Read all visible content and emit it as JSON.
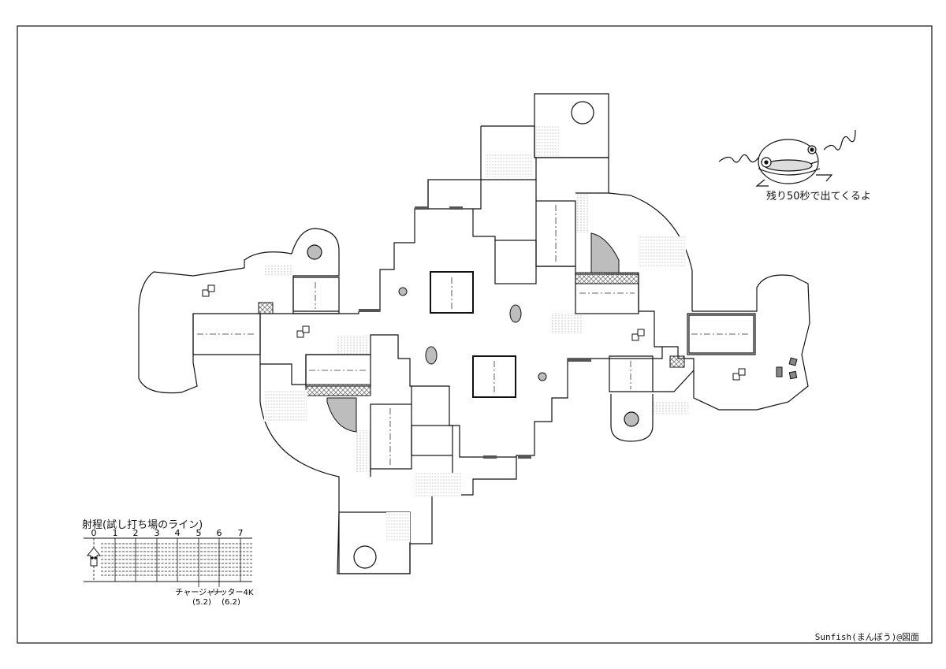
{
  "map": {
    "note": "残り50秒で出てくるよ"
  },
  "range_legend": {
    "title": "射程(試し打ち場のライン)",
    "ticks": [
      "0",
      "1",
      "2",
      "3",
      "4",
      "5",
      "6",
      "7"
    ],
    "weapons": [
      {
        "name": "チャージャー",
        "range": "(5.2)"
      },
      {
        "name": "リッター4K",
        "range": "(6.2)"
      }
    ]
  },
  "credit": "Sunfish(まんぼう)@図面",
  "colors": {
    "line": "#111111",
    "fill_gray": "#bdbdbd",
    "hatch": "#777777"
  },
  "icons": [
    "squid-kid-icon",
    "sunfish-mascot-icon",
    "spawn-pad-icon"
  ]
}
